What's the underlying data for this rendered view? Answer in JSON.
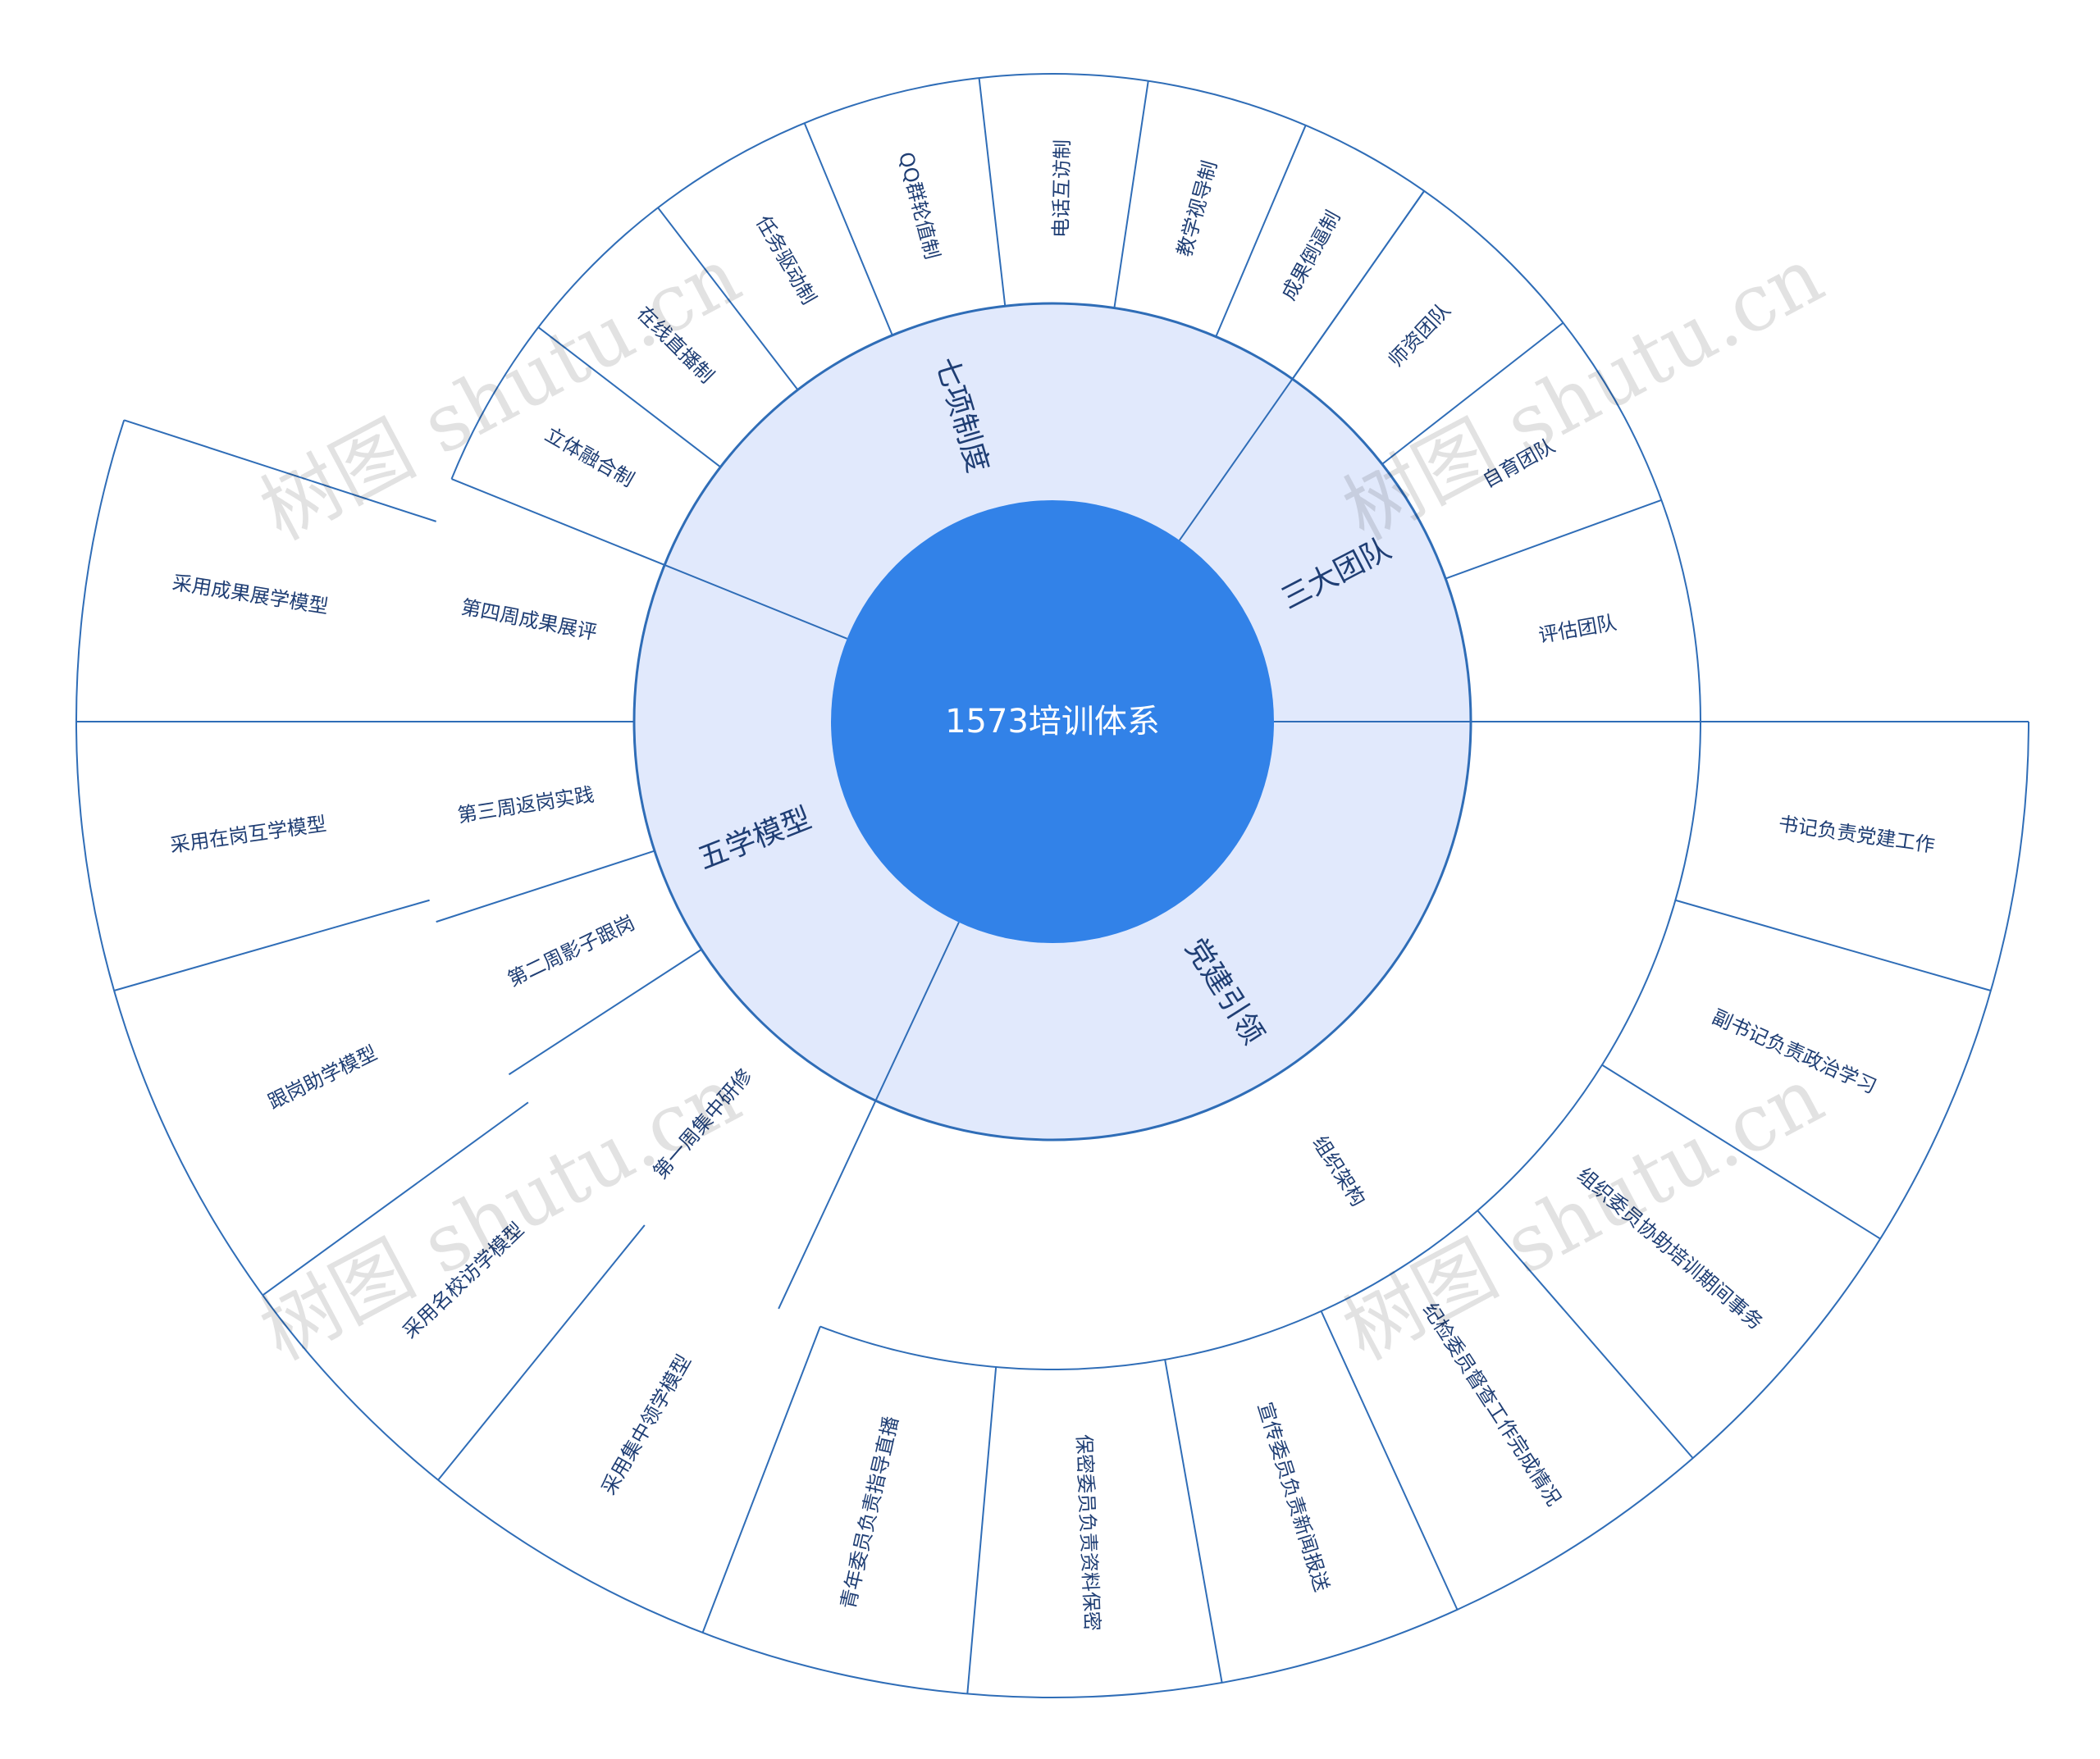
{
  "center": {
    "label": "1573培训体系",
    "fill": "#3282e8",
    "text_color": "#ffffff"
  },
  "colors": {
    "line": "#2f6db7",
    "category_fill": "#e1e9fc",
    "leaf_fill": "#ffffff",
    "text": "#1f3e74"
  },
  "categories": [
    {
      "label": "七项制度",
      "leaves": [
        {
          "label": "立体融合制"
        },
        {
          "label": "在线直播制"
        },
        {
          "label": "任务驱动制"
        },
        {
          "label": "QQ群轮值制"
        },
        {
          "label": "电话互访制"
        },
        {
          "label": "教学视导制"
        },
        {
          "label": "成果倒逼制"
        }
      ]
    },
    {
      "label": "三大团队",
      "leaves": [
        {
          "label": "师资团队"
        },
        {
          "label": "自育团队"
        },
        {
          "label": "评估团队"
        }
      ]
    },
    {
      "label": "党建引领",
      "leaves": [
        {
          "label": "组织架构",
          "children": [
            {
              "label": "书记负责党建工作"
            },
            {
              "label": "副书记负责政治学习"
            },
            {
              "label": "组织委员协助培训期间事务"
            },
            {
              "label": "纪检委员督查工作完成情况"
            },
            {
              "label": "宣传委员负责新闻报送"
            },
            {
              "label": "保密委员负责资料保密"
            },
            {
              "label": "青年委员负责指导直播"
            }
          ]
        }
      ]
    },
    {
      "label": "五学模型",
      "leaves": [
        {
          "label": "第一周集中研修",
          "children": [
            {
              "label": "采用集中领学模型"
            },
            {
              "label": "采用名校访学模型"
            }
          ]
        },
        {
          "label": "第二周影子跟岗",
          "children": [
            {
              "label": "跟岗助学模型"
            }
          ]
        },
        {
          "label": "第三周返岗实践",
          "children": [
            {
              "label": "采用在岗互学模型"
            }
          ]
        },
        {
          "label": "第四周成果展评",
          "children": [
            {
              "label": "采用成果展学模型"
            }
          ]
        }
      ]
    }
  ],
  "watermarks": [
    {
      "text": "树图 shutu.cn"
    },
    {
      "text": "树图 shutu.cn"
    },
    {
      "text": "树图 shutu.cn"
    },
    {
      "text": "树图 shutu.cn"
    }
  ]
}
